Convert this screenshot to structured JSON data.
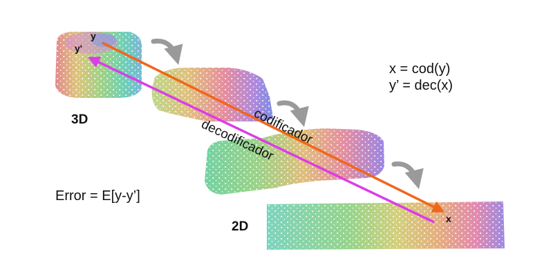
{
  "labels": {
    "y": "y",
    "y_prime": "y'",
    "x": "x",
    "three_d": "3D",
    "two_d": "2D",
    "encoder": "codificador",
    "decoder": "decodificador",
    "eq_encode": "x = cod(y)",
    "eq_decode": "y’ = dec(x)",
    "error": "Error = E[y-y’]"
  },
  "colors": {
    "encoder_arrow": "#f0661a",
    "decoder_arrow": "#dc3ce8",
    "curl_arrow": "#9a9a9a",
    "text": "#111111"
  },
  "icons": [
    "unroll-arrow-icon"
  ]
}
